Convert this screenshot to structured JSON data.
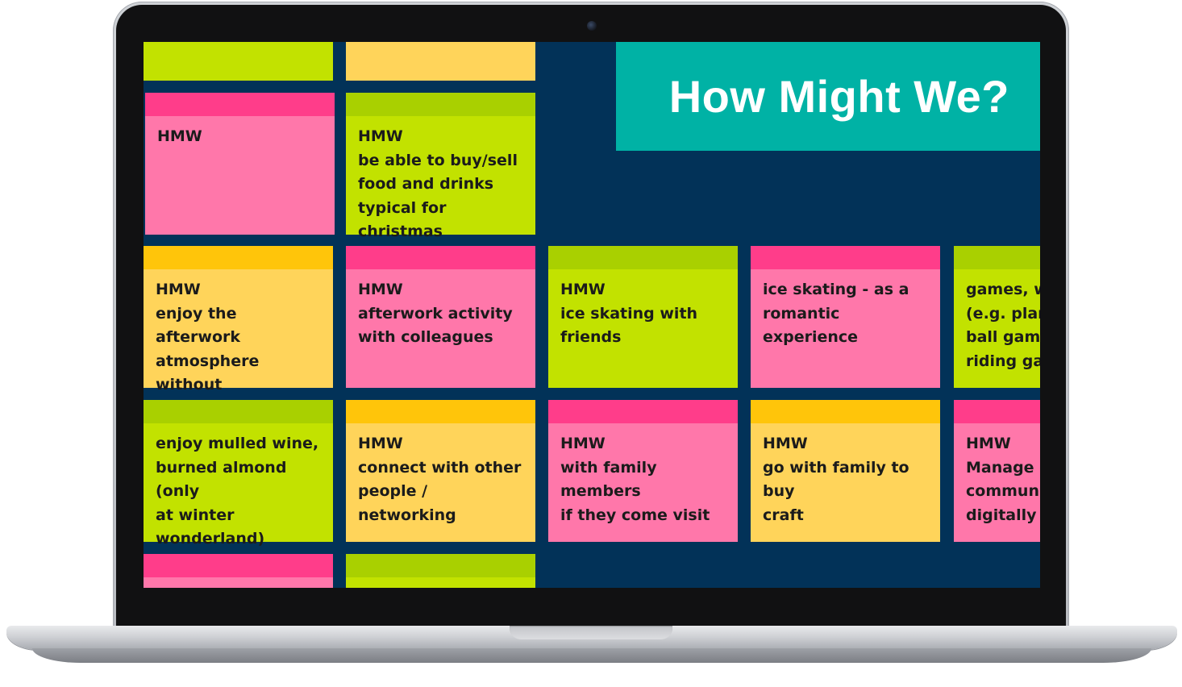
{
  "banner": {
    "title": "How Might We?"
  },
  "colors": {
    "board_background": "#023258",
    "banner_background": "#00b2a5",
    "note_pink": "#ff77aa",
    "note_lime": "#c2e200",
    "note_yellow": "#ffd45a"
  },
  "notes": {
    "r1c1": {
      "color": "pink",
      "text": "HMW"
    },
    "r1c2": {
      "color": "lime",
      "text": "HMW\nbe able to buy/sell\nfood and drinks\ntypical for christmas"
    },
    "r2c1": {
      "color": "yellow",
      "text": "HMW\nenjoy the afterwork\natmosphere without\nmeeting in-person?"
    },
    "r2c2": {
      "color": "pink",
      "text": "HMW\nafterwork activity\nwith colleagues"
    },
    "r2c3": {
      "color": "lime",
      "text": "HMW\nice skating with\nfriends"
    },
    "r2c4": {
      "color": "pink",
      "text": "ice skating - as a\nromantic experience"
    },
    "r2c5": {
      "color": "lime",
      "text": "games, w\n(e.g. plant\nball game\nriding gar"
    },
    "r3c1": {
      "color": "lime",
      "text": "enjoy mulled wine,\nburned almond (only\nat winter\nwonderland)"
    },
    "r3c2": {
      "color": "yellow",
      "text": "HMW\nconnect with other\npeople / networking"
    },
    "r3c3": {
      "color": "pink",
      "text": "HMW\nwith family members\nif they come visit"
    },
    "r3c4": {
      "color": "yellow",
      "text": "HMW\ngo with family to buy\ncraft"
    },
    "r3c5": {
      "color": "pink",
      "text": "HMW\nManage c\ncommunit\ndigitally"
    }
  }
}
